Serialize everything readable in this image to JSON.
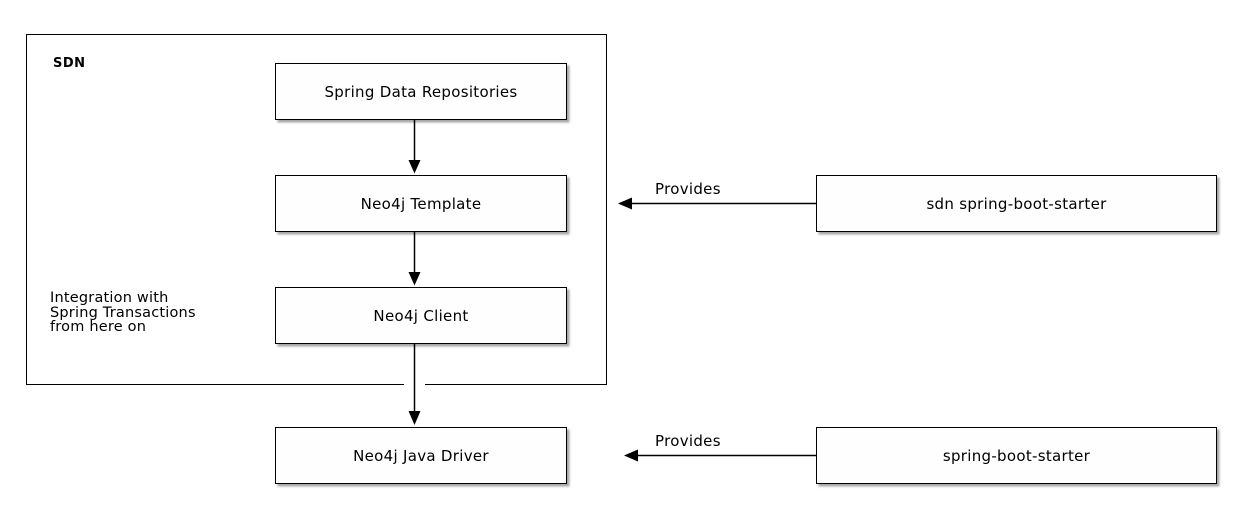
{
  "diagram": {
    "type": "architecture-block-diagram",
    "container": {
      "label": "SDN"
    },
    "note": {
      "lines": [
        "Integration with",
        "Spring Transactions",
        "from here on"
      ]
    },
    "nodes": {
      "repositories": {
        "label": "Spring Data Repositories",
        "inside_container": true
      },
      "template": {
        "label": "Neo4j Template",
        "inside_container": true
      },
      "client": {
        "label": "Neo4j Client",
        "inside_container": true
      },
      "driver": {
        "label": "Neo4j Java Driver",
        "inside_container": false
      },
      "sdn_starter": {
        "label": "sdn spring-boot-starter",
        "inside_container": false
      },
      "boot_starter": {
        "label": "spring-boot-starter",
        "inside_container": false
      }
    },
    "edges": [
      {
        "from": "Spring Data Repositories",
        "to": "Neo4j Template",
        "label": ""
      },
      {
        "from": "Neo4j Template",
        "to": "Neo4j Client",
        "label": ""
      },
      {
        "from": "Neo4j Client",
        "to": "Neo4j Java Driver",
        "label": ""
      },
      {
        "from": "sdn spring-boot-starter",
        "to": "Neo4j Template",
        "label": "Provides"
      },
      {
        "from": "spring-boot-starter",
        "to": "Neo4j Java Driver",
        "label": "Provides"
      }
    ],
    "colors": {
      "line": "#000000",
      "node_fill": "#fefefe",
      "background": "#ffffff",
      "shadow_rgba": "rgba(0,0,0,0.35)"
    }
  }
}
